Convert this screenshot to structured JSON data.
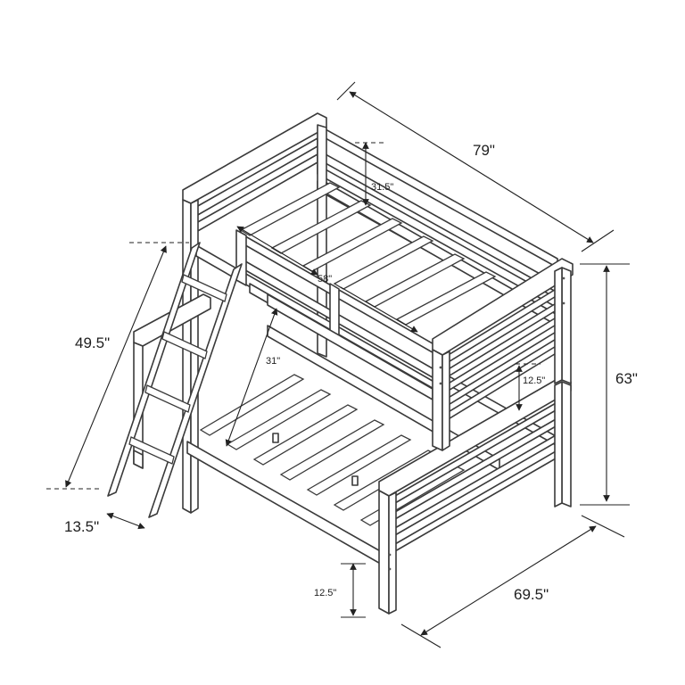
{
  "dimensions": {
    "length": "79\"",
    "total_height": "63\"",
    "width": "69.5\"",
    "ladder_height": "49.5\"",
    "ladder_depth": "13.5\"",
    "top_rail_height": "31.5\"",
    "top_width": "58\"",
    "bunk_clearance": "31\"",
    "lower_rail_height": "12.5\"",
    "floor_clearance": "12.5\""
  }
}
